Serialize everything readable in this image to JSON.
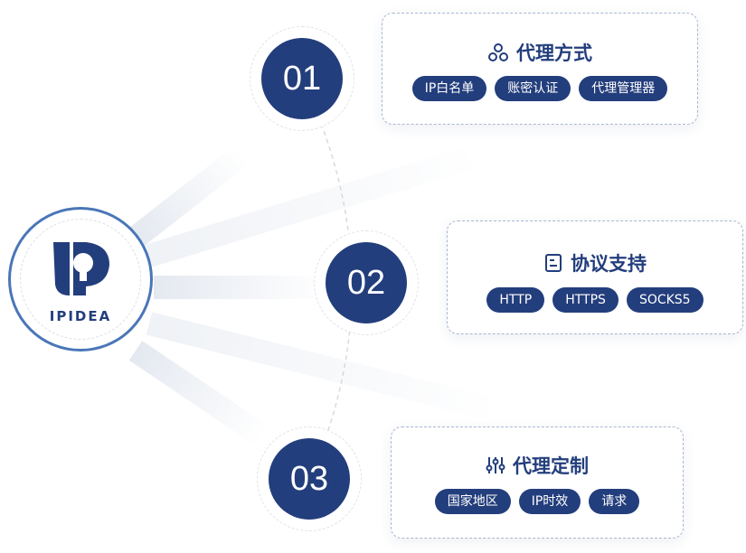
{
  "logo": {
    "text": "IPIDEA"
  },
  "colors": {
    "primary": "#233e7c",
    "logo_ring": "#4a76b8"
  },
  "steps": [
    {
      "number": "01",
      "title": "代理方式",
      "icon": "sitemap-icon",
      "tags": [
        "IP白名单",
        "账密认证",
        "代理管理器"
      ]
    },
    {
      "number": "02",
      "title": "协议支持",
      "icon": "document-icon",
      "tags": [
        "HTTP",
        "HTTPS",
        "SOCKS5"
      ]
    },
    {
      "number": "03",
      "title": "代理定制",
      "icon": "sliders-icon",
      "tags": [
        "国家地区",
        "IP时效",
        "请求"
      ]
    }
  ]
}
